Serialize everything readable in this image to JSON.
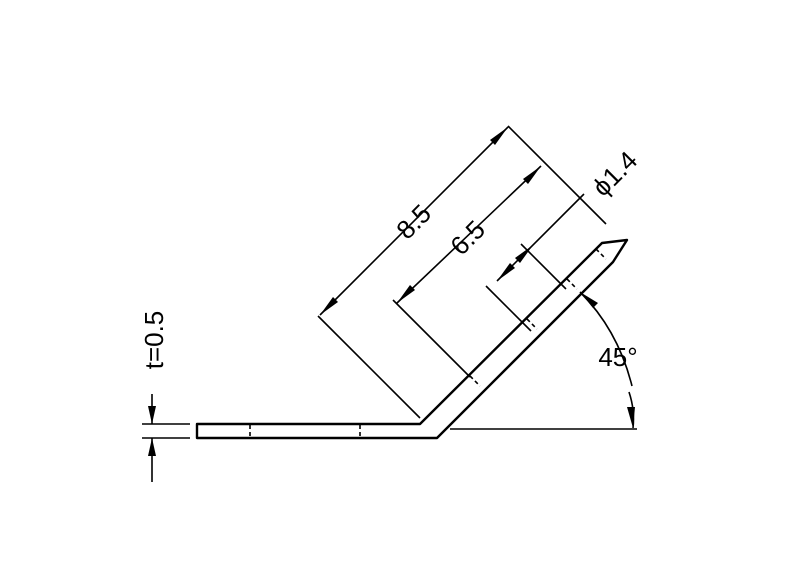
{
  "drawing": {
    "dimensions": {
      "overall_length": "8.5",
      "hole_position": "6.5",
      "hole_diameter": "ϕ1.4",
      "bend_angle": "45°",
      "thickness": "t=0.5"
    }
  }
}
